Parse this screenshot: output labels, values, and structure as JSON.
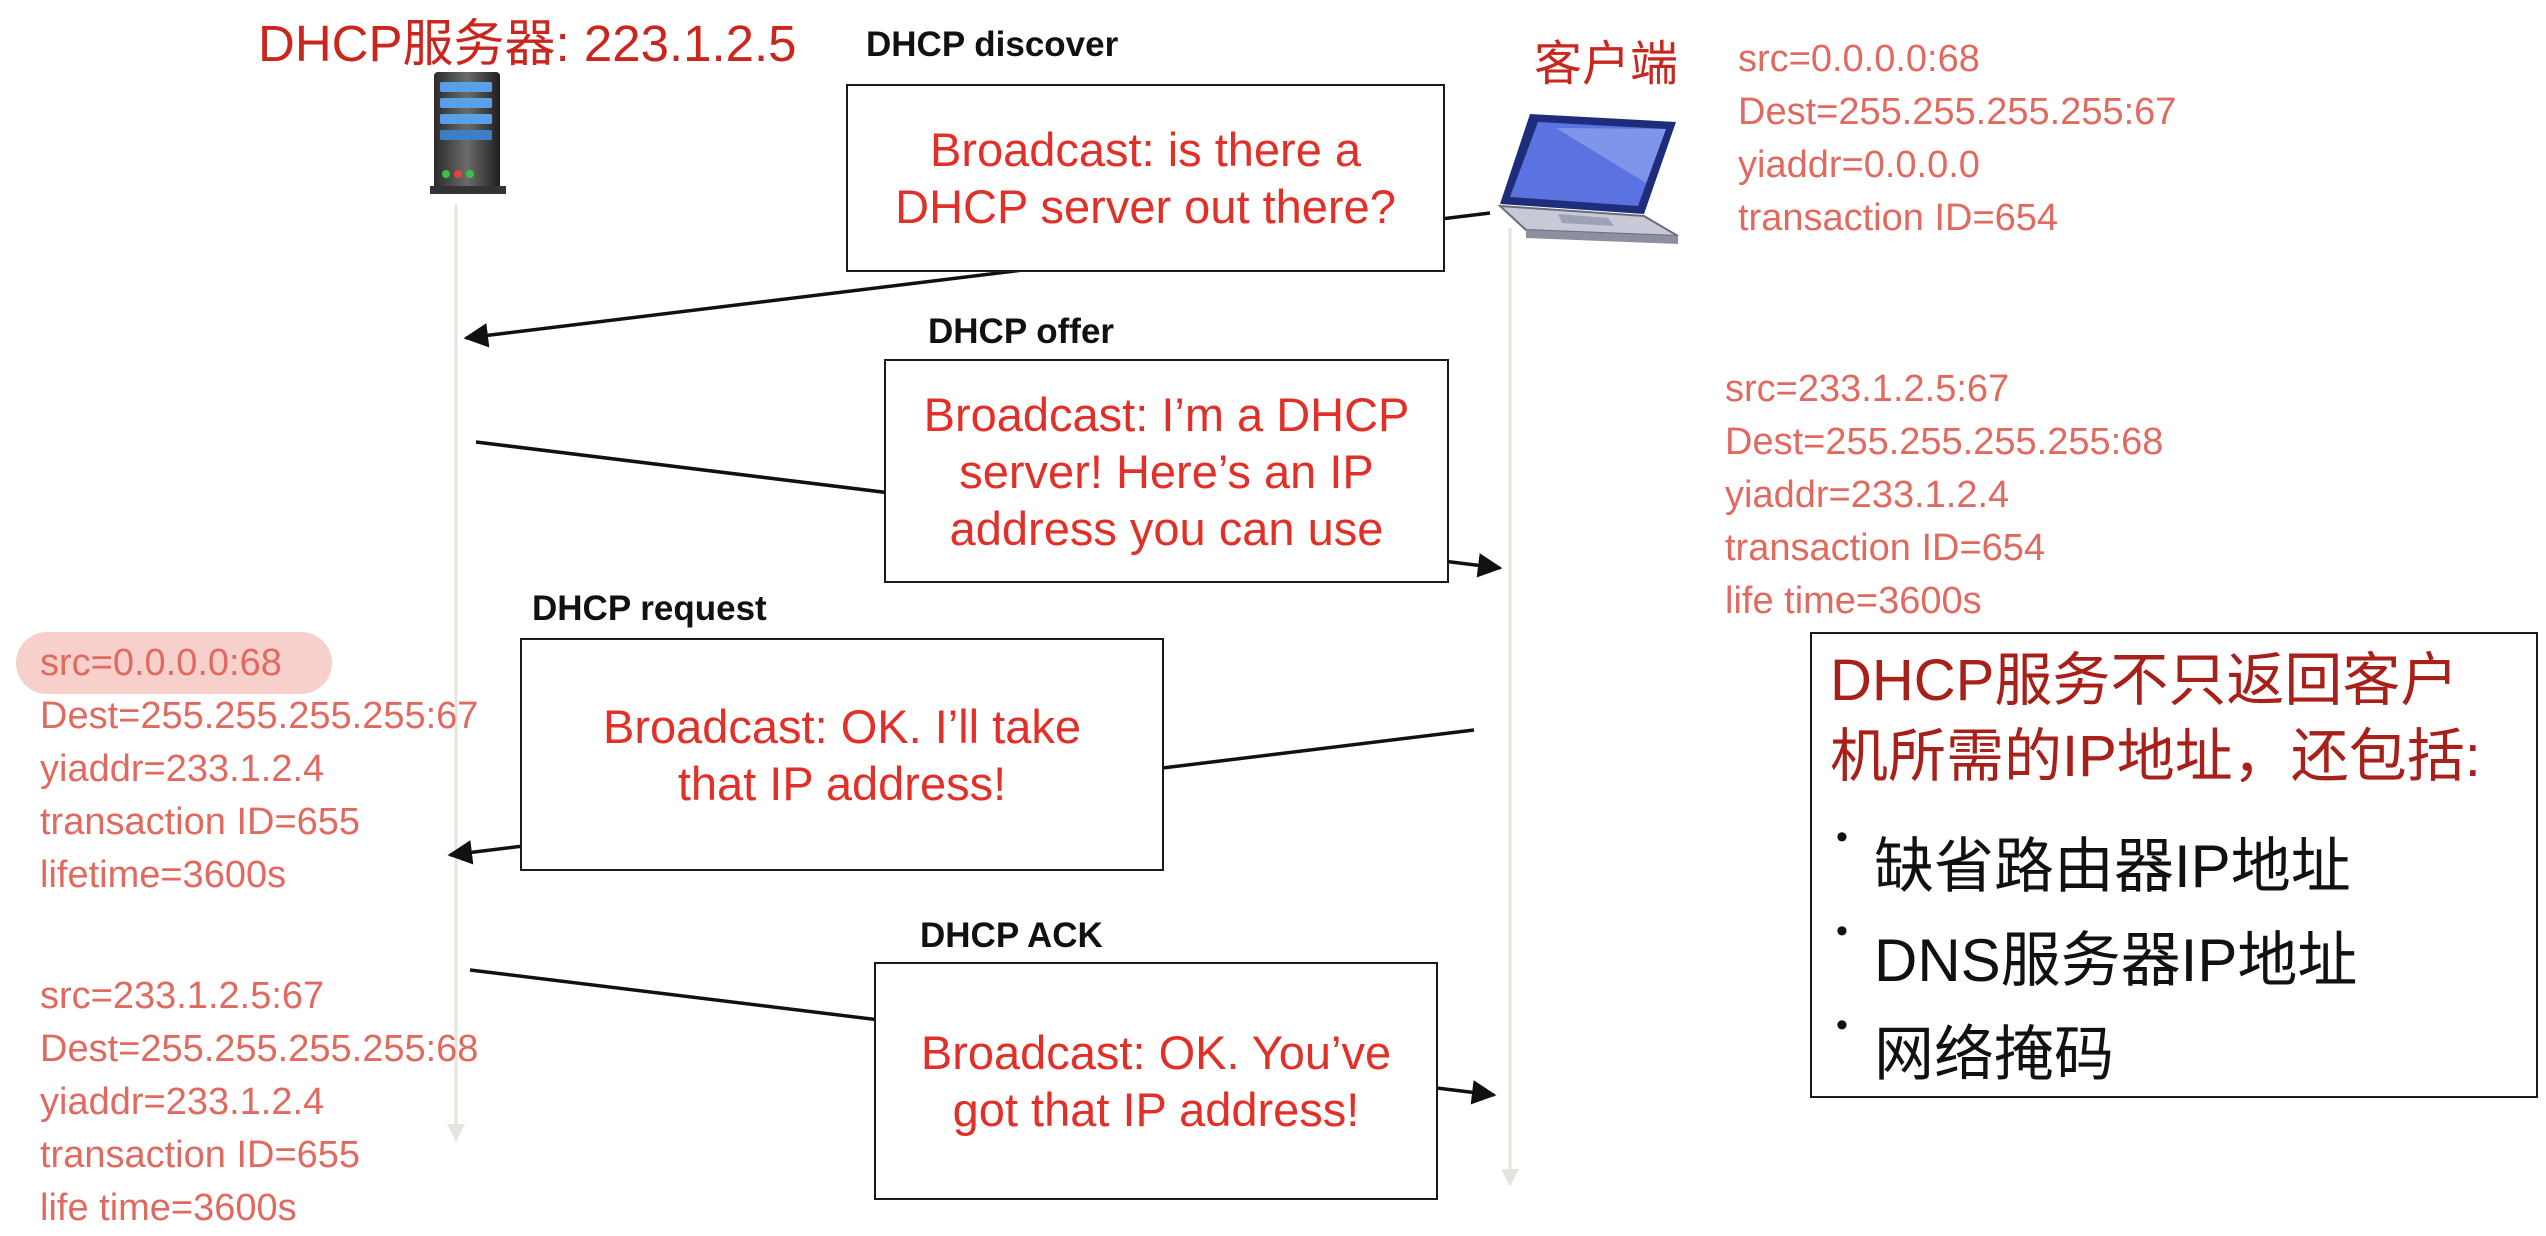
{
  "server": {
    "title": "DHCP服务器: 223.1.2.5",
    "icon": "server-tower-icon"
  },
  "client": {
    "title": "客户端",
    "icon": "laptop-icon"
  },
  "messages": [
    {
      "title": "DHCP discover",
      "text": "Broadcast: is there a\nDHCP server out there?"
    },
    {
      "title": "DHCP offer",
      "text": "Broadcast: I’m a DHCP\nserver! Here’s an IP\naddress you can use"
    },
    {
      "title": "DHCP request",
      "text": "Broadcast: OK.  I’ll take\nthat IP address!"
    },
    {
      "title": "DHCP ACK",
      "text": "Broadcast: OK.  You’ve\ngot that IP address!"
    }
  ],
  "fields": {
    "discover": [
      "src=0.0.0.0:68",
      "Dest=255.255.255.255:67",
      "yiaddr=0.0.0.0",
      "transaction ID=654"
    ],
    "offer": [
      "src=233.1.2.5:67",
      "Dest=255.255.255.255:68",
      "yiaddr=233.1.2.4",
      "transaction ID=654",
      "life time=3600s"
    ],
    "request": [
      "src=0.0.0.0:68",
      "Dest=255.255.255.255:67",
      "yiaddr=233.1.2.4",
      "transaction ID=655",
      "lifetime=3600s"
    ],
    "ack": [
      "src=233.1.2.5:67",
      "Dest=255.255.255.255:68",
      "yiaddr=233.1.2.4",
      "transaction ID=655",
      "life time=3600s"
    ]
  },
  "info": {
    "title_lines": [
      "DHCP服务不只返回客户",
      "机所需的IP地址，还包括:"
    ],
    "bullets": [
      "缺省路由器IP地址",
      "DNS服务器IP地址",
      "网络掩码"
    ]
  },
  "colors": {
    "title_red": "#c9261d",
    "message_red": "#e03027",
    "field_red": "#e06a5f",
    "highlight": "#f7cfcb"
  }
}
